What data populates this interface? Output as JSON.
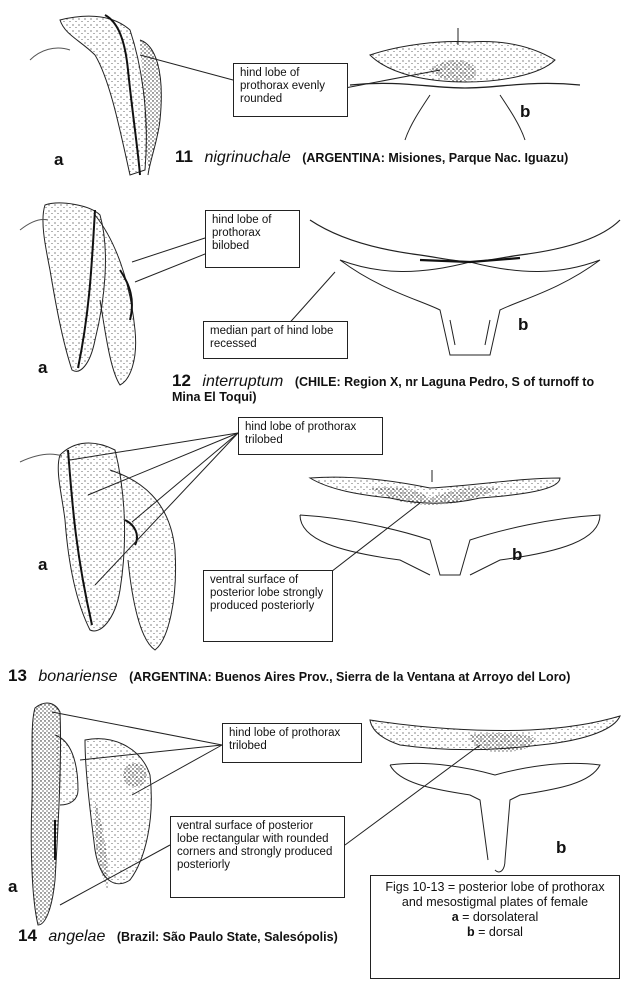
{
  "figures": [
    {
      "number": "11",
      "species": "nigrinuchale",
      "locality": "(ARGENTINA: Misiones, Parque Nac. Iguazu)",
      "callouts": [
        "hind lobe of prothorax evenly rounded"
      ],
      "view_a": "a",
      "view_b": "b"
    },
    {
      "number": "12",
      "species": "interruptum",
      "locality": "(CHILE: Region X, nr Laguna Pedro, S of turnoff to Mina El Toqui)",
      "callouts": [
        "hind lobe of prothorax bilobed",
        "median part of hind lobe recessed"
      ],
      "view_a": "a",
      "view_b": "b"
    },
    {
      "number": "13",
      "species": "bonariense",
      "locality": "(ARGENTINA: Buenos Aires Prov., Sierra de la Ventana at Arroyo del Loro)",
      "callouts": [
        "hind lobe of prothorax trilobed",
        "ventral surface of posterior lobe strongly produced posteriorly"
      ],
      "view_a": "a",
      "view_b": "b"
    },
    {
      "number": "14",
      "species": "angelae",
      "locality": "(Brazil: São Paulo State, Salesópolis)",
      "callouts": [
        "hind lobe of prothorax trilobed",
        "ventral surface of posterior lobe rectangular with rounded corners and strongly produced posteriorly"
      ],
      "view_a": "a",
      "view_b": "b"
    }
  ],
  "legend": {
    "line1": "Figs  10-13 = posterior lobe of prothorax and mesostigmal plates of female",
    "a_key": "a",
    "a_text": " = dorsolateral",
    "b_key": "b",
    "b_text": " = dorsal"
  }
}
